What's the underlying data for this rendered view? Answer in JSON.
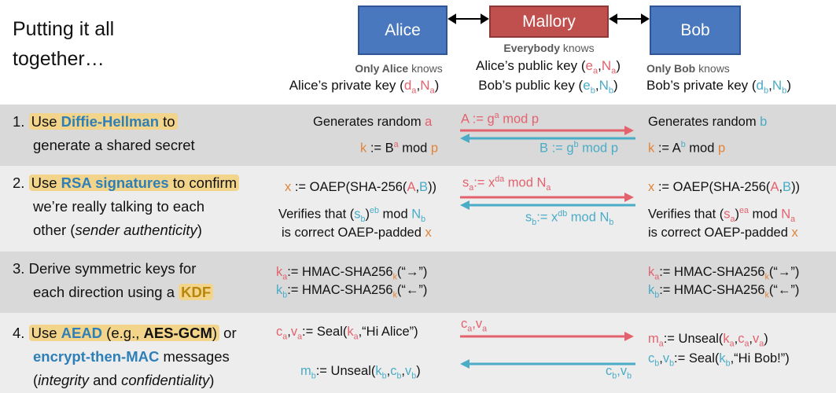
{
  "title": "Putting it all together…",
  "parties": {
    "alice": "Alice",
    "mallory": "Mallory",
    "bob": "Bob"
  },
  "knowledge": {
    "alice_caption_bold": "Only Alice",
    "alice_caption_rest": " knows",
    "alice_key_text": "Alice’s private key (",
    "alice_key_d": "d",
    "alice_key_d_sub": "a",
    "alice_key_n": "N",
    "alice_key_n_sub": "a",
    "everybody_caption_bold": "Everybody",
    "everybody_caption_rest": " knows",
    "pub_alice_text": "Alice’s public key (",
    "pub_alice_e": "e",
    "pub_alice_e_sub": "a",
    "pub_alice_n": "N",
    "pub_alice_n_sub": "a",
    "pub_bob_text": "Bob’s public key (",
    "pub_bob_e": "e",
    "pub_bob_e_sub": "b",
    "pub_bob_n": "N",
    "pub_bob_n_sub": "b",
    "bob_caption_bold": "Only Bob",
    "bob_caption_rest": " knows",
    "bob_key_text": "Bob’s private key (",
    "bob_key_d": "d",
    "bob_key_d_sub": "b",
    "bob_key_n": "N",
    "bob_key_n_sub": "b"
  },
  "steps": {
    "s1": {
      "num": "1.",
      "use": "Use ",
      "term": "Diffie-Hellman",
      "to": " to",
      "line2": "generate a shared secret"
    },
    "s2": {
      "num": "2.",
      "use": "Use ",
      "term": "RSA signatures",
      "to": " to confirm",
      "line2": "we’re really talking to each",
      "line3a": "other (",
      "line3i": "sender authenticity",
      "line3b": ")"
    },
    "s3": {
      "num": "3.",
      "line1": "Derive symmetric keys for",
      "line2a": "each direction using a ",
      "term": "KDF"
    },
    "s4": {
      "num": "4.",
      "use": "Use ",
      "term1": "AEAD",
      "eg": " (e.g., ",
      "term2": "AES-GCM",
      "close": ")",
      "or": " or",
      "term3": "encrypt-then-MAC",
      "messages": " messages",
      "line3a": "(",
      "line3i1": "integrity",
      "line3m": " and ",
      "line3i2": "confidentiality",
      "line3b": ")"
    }
  },
  "dh": {
    "alice_gen": "Generates random ",
    "alice_var": "a",
    "alice_k": "k",
    "alice_assign": " := B",
    "alice_exp": "a",
    "alice_mod": " mod ",
    "alice_p": "p",
    "msg_a": "A := g",
    "msg_a_exp": "a",
    "msg_a_mod": " mod p",
    "msg_b": "B := g",
    "msg_b_exp": "b",
    "msg_b_mod": " mod p",
    "bob_gen": "Generates random ",
    "bob_var": "b",
    "bob_k": "k",
    "bob_assign": " := A",
    "bob_exp": "b",
    "bob_mod": " mod ",
    "bob_p": "p"
  },
  "rsa": {
    "x_left": "x",
    "x_assign": " := OAEP(SHA-256(",
    "x_A": "A",
    "x_comma": ",",
    "x_B": "B",
    "x_close": "))",
    "verify": "Verifies that (",
    "verify_sb": "s",
    "verify_sb_sub": "b",
    "verify_sb_close": ")",
    "verify_eb": "e",
    "verify_eb_sub": "b",
    "verify_mod": " mod ",
    "verify_Nb": "N",
    "verify_Nb_sub": "b",
    "correct": "is correct OAEP-padded ",
    "correct_x": "x",
    "msg_sa": "s",
    "msg_sa_sub": "a",
    "msg_sa_assign": ":= x",
    "msg_sa_exp": "d",
    "msg_sa_exp_sub": "a",
    "msg_sa_mod": " mod N",
    "msg_sa_mod_sub": "a",
    "msg_sb": "s",
    "msg_sb_sub": "b",
    "msg_sb_assign": ":= x",
    "msg_sb_exp": "d",
    "msg_sb_exp_sub": "b",
    "msg_sb_mod": " mod N",
    "msg_sb_mod_sub": "b",
    "bob_x": "x",
    "bob_x_assign": " := OAEP(SHA-256(",
    "bob_x_A": "A",
    "bob_x_comma": ",",
    "bob_x_B": "B",
    "bob_x_close": "))",
    "bob_verify": "Verifies that (",
    "bob_verify_sa": "s",
    "bob_verify_sa_sub": "a",
    "bob_verify_close": ")",
    "bob_verify_ea": "e",
    "bob_verify_ea_sub": "a",
    "bob_verify_mod": " mod ",
    "bob_verify_Na": "N",
    "bob_verify_Na_sub": "a",
    "bob_correct": "is correct OAEP-padded ",
    "bob_correct_x": "x"
  },
  "kdf": {
    "ka": "k",
    "ka_sub": "a",
    "ka_assign": ":= HMAC-SHA256",
    "ka_k": "k",
    "ka_arg": "(“→”)",
    "kb": "k",
    "kb_sub": "b",
    "kb_assign": ":= HMAC-SHA256",
    "kb_k": "k",
    "kb_arg": "(“←”)"
  },
  "aead": {
    "ca": "c",
    "ca_sub": "a",
    "va": "v",
    "va_sub": "a",
    "seal_assign": ":= Seal(",
    "seal_k": "k",
    "seal_k_sub": "a",
    "seal_msg": ",“Hi Alice”)",
    "msg_ca": "c",
    "msg_ca_sub": "a",
    "msg_va": "v",
    "msg_va_sub": "a",
    "mb": "m",
    "mb_sub": "b",
    "unseal_assign": ":= Unseal(",
    "unseal_k": "k",
    "unseal_k_sub": "b",
    "unseal_c": "c",
    "unseal_c_sub": "b",
    "unseal_v": "v",
    "unseal_v_sub": "b",
    "unseal_close": ")",
    "msg_cb": "c",
    "msg_cb_sub": "b",
    "msg_vb": "v",
    "msg_vb_sub": "b",
    "ma": "m",
    "ma_sub": "a",
    "bob_unseal_assign": ":= Unseal(",
    "bob_unseal_k": "k",
    "bob_unseal_k_sub": "a",
    "bob_unseal_c": "c",
    "bob_unseal_c_sub": "a",
    "bob_unseal_v": "v",
    "bob_unseal_v_sub": "a",
    "bob_unseal_close": ")",
    "cb": "c",
    "cb_sub": "b",
    "vb": "v",
    "vb_sub": "b",
    "bob_seal_assign": ":= Seal(",
    "bob_seal_k": "k",
    "bob_seal_k_sub": "b",
    "bob_seal_msg": ",“Hi Bob!”)"
  },
  "colors": {
    "red": "#e2626e",
    "cyan": "#4aacc6",
    "orange": "#e0843a",
    "highlight": "#f2d48b",
    "box_blue": "#4a78bf",
    "box_red": "#c0504d"
  }
}
